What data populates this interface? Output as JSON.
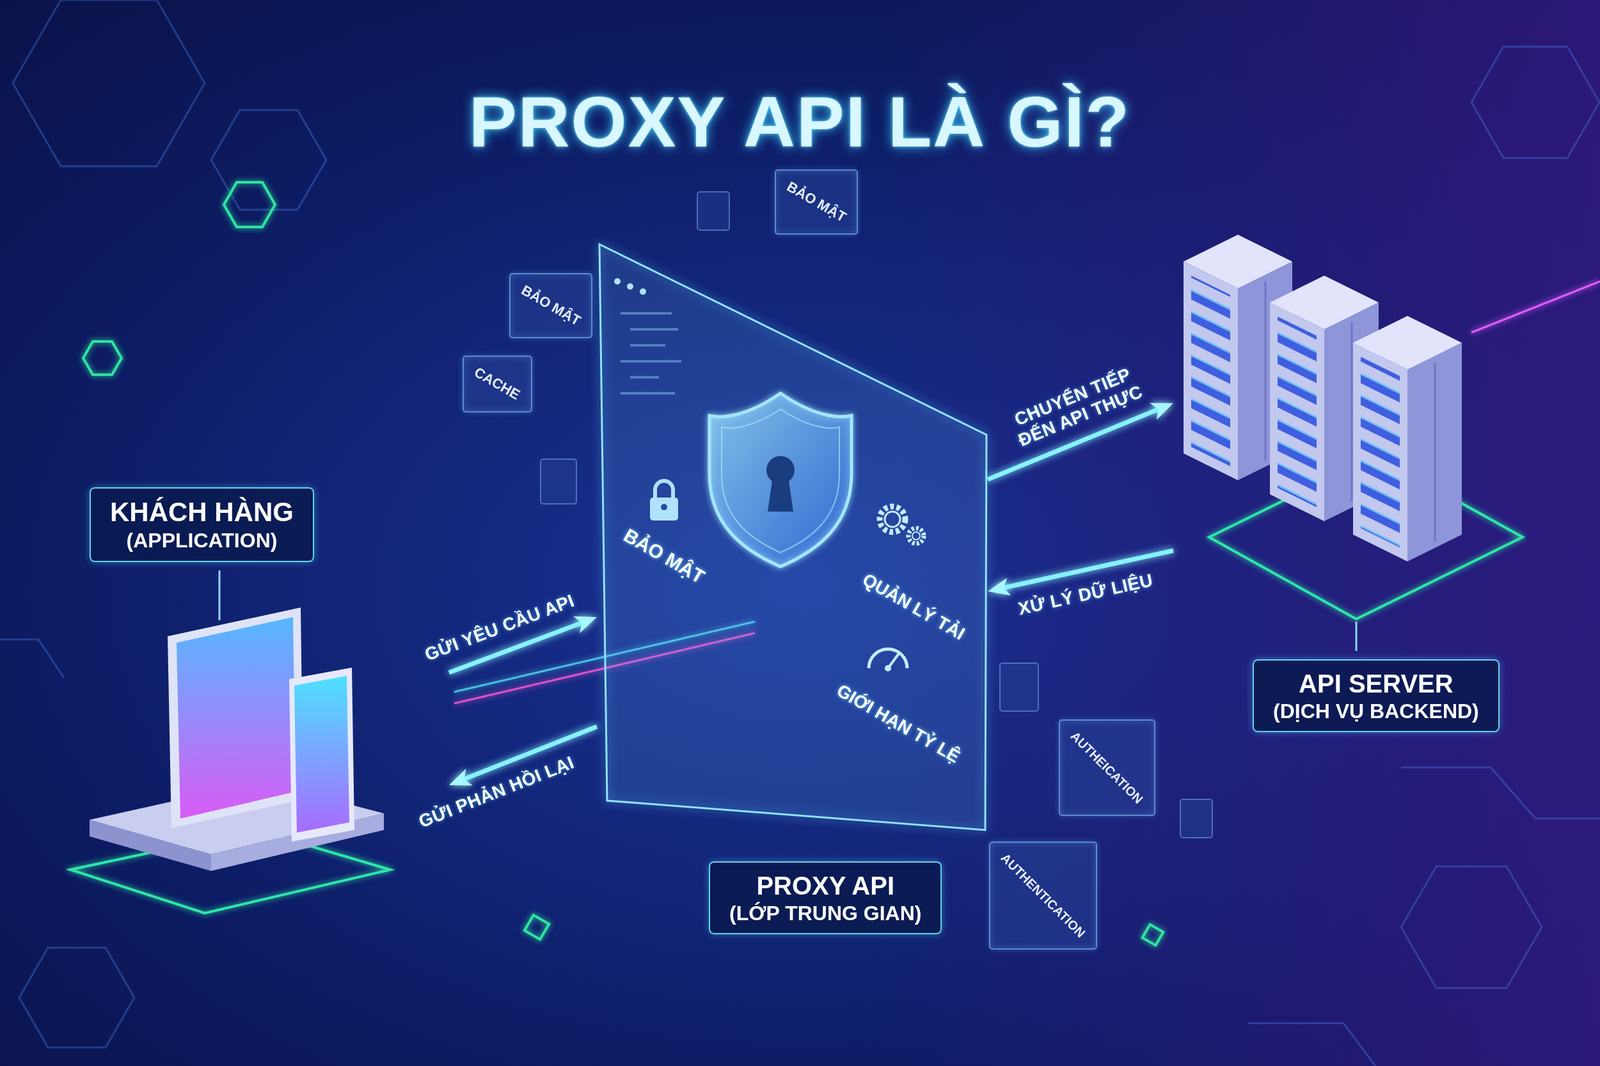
{
  "diagram": {
    "title": "PROXY API LÀ GÌ?",
    "nodes": [
      {
        "text": [
          "BẢO MẬT"
        ]
      },
      {
        "text": [
          "BẢO MẬT"
        ]
      },
      {
        "text": [
          "CACHE"
        ]
      },
      {
        "text": [
          "BẢO MẬT",
          "QUẢN LÝ TẢI",
          "GIỚI HẠN TỶ LỆ"
        ]
      },
      {
        "text": [
          "API SERVER",
          "(DỊCH VỤ BACKEND)"
        ]
      },
      {
        "text": [
          "KHÁCH HÀNG",
          "(APPLICATION)"
        ]
      },
      {
        "text": [
          "AUTHEICATION"
        ]
      },
      {
        "text": [
          "AUTHENTICATION"
        ]
      },
      {
        "text": [
          "PROXY API",
          "(LỚP TRUNG GIAN)"
        ]
      }
    ],
    "edges": [
      {
        "from": 5,
        "to": 3,
        "arrow": "to",
        "label": "GỬI YÊU CẦU API"
      },
      {
        "from": 3,
        "to": 4,
        "arrow": "to",
        "label": "CHUYỂN TIẾP ĐẾN API THỰC"
      },
      {
        "from": 4,
        "to": 3,
        "arrow": "to",
        "label": "XỬ LÝ DỮ LIỆU"
      },
      {
        "from": 3,
        "to": 5,
        "arrow": "to",
        "label": "GỬI PHẢN HỒI LẠI"
      }
    ]
  }
}
